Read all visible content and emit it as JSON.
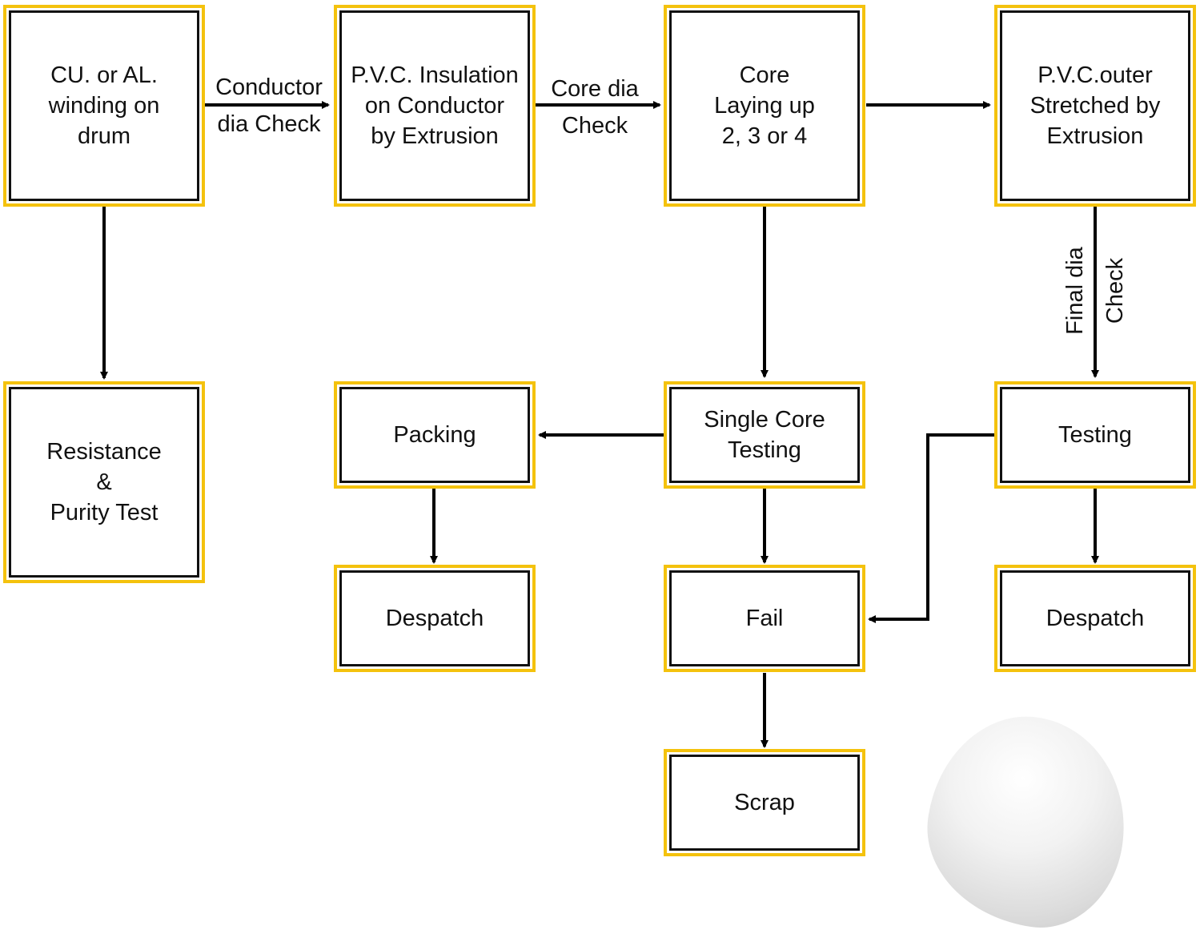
{
  "nodes": {
    "cu_winding": "CU. or AL.\nwinding on\ndrum",
    "pvc_insulation": "P.V.C. Insulation\non Conductor\nby Extrusion",
    "core_laying": "Core\nLaying up\n2, 3 or 4",
    "pvc_outer": "P.V.C.outer\nStretched by\nExtrusion",
    "resistance_test": "Resistance\n&\nPurity Test",
    "packing": "Packing",
    "single_core_testing": "Single Core\nTesting",
    "testing": "Testing",
    "despatch_left": "Despatch",
    "fail": "Fail",
    "despatch_right": "Despatch",
    "scrap": "Scrap"
  },
  "edge_labels": {
    "conductor_check": "Conductor\ndia Check",
    "core_dia_check": "Core dia\nCheck",
    "final_dia_check": "Final dia\nCheck"
  },
  "colors": {
    "box_outline": "#f4c20d",
    "box_border": "#111111",
    "arrow": "#000000"
  }
}
